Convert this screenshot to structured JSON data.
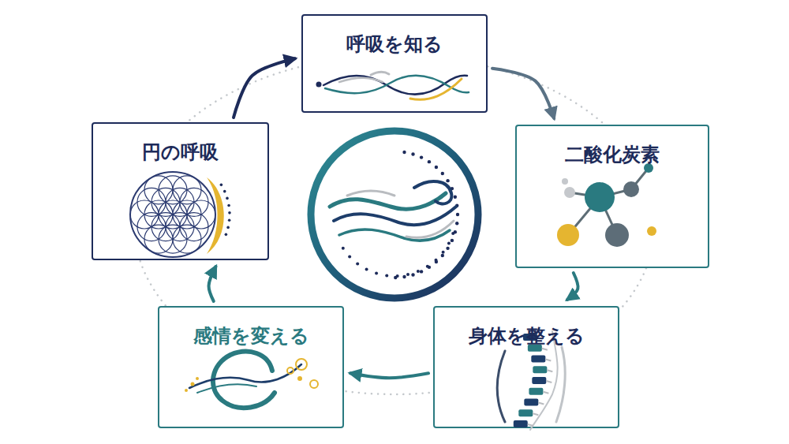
{
  "diagram": {
    "nodes": [
      {
        "text": [
          "呼吸を知る"
        ]
      },
      {
        "text": [
          "二酸化炭素"
        ]
      },
      {
        "text": [
          "身体を整える"
        ]
      },
      {
        "text": [
          "感情を変える"
        ]
      },
      {
        "text": [
          "円の呼吸"
        ]
      }
    ],
    "edges": [
      {
        "from": 4,
        "to": 0,
        "arrow": "to"
      },
      {
        "from": 0,
        "to": 1,
        "arrow": "to"
      },
      {
        "from": 1,
        "to": 2,
        "arrow": "to"
      },
      {
        "from": 2,
        "to": 3,
        "arrow": "to"
      },
      {
        "from": 3,
        "to": 4,
        "arrow": "to"
      }
    ]
  }
}
